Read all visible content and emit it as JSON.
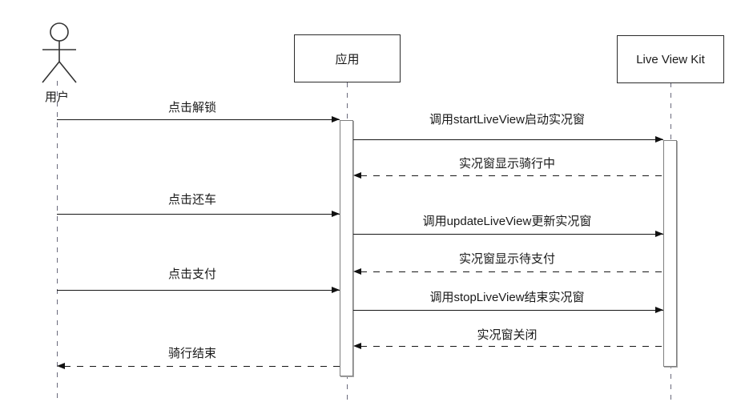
{
  "diagram": {
    "type": "sequence-diagram",
    "actors": [
      {
        "name": "用户",
        "kind": "actor"
      },
      {
        "name": "应用",
        "kind": "participant"
      },
      {
        "name": "Live View Kit",
        "kind": "participant"
      }
    ],
    "messages": [
      {
        "from": "用户",
        "to": "应用",
        "label": "点击解锁",
        "style": "solid"
      },
      {
        "from": "应用",
        "to": "Live View Kit",
        "label": "调用startLiveView启动实况窗",
        "style": "solid"
      },
      {
        "from": "Live View Kit",
        "to": "应用",
        "label": "实况窗显示骑行中",
        "style": "dashed"
      },
      {
        "from": "用户",
        "to": "应用",
        "label": "点击还车",
        "style": "solid"
      },
      {
        "from": "应用",
        "to": "Live View Kit",
        "label": "调用updateLiveView更新实况窗",
        "style": "solid"
      },
      {
        "from": "Live View Kit",
        "to": "应用",
        "label": "实况窗显示待支付",
        "style": "dashed"
      },
      {
        "from": "用户",
        "to": "应用",
        "label": "点击支付",
        "style": "solid"
      },
      {
        "from": "应用",
        "to": "Live View Kit",
        "label": "调用stopLiveView结束实况窗",
        "style": "solid"
      },
      {
        "from": "Live View Kit",
        "to": "应用",
        "label": "实况窗关闭",
        "style": "dashed"
      },
      {
        "from": "应用",
        "to": "用户",
        "label": "骑行结束",
        "style": "dashed"
      }
    ],
    "colors": {
      "background": "#ffffff",
      "line": "#161616",
      "lifeline": "#6a6a7c",
      "box_border": "#2b2b2b",
      "activation_border": "#7f7f7f",
      "text": "#1a1a1a"
    }
  }
}
